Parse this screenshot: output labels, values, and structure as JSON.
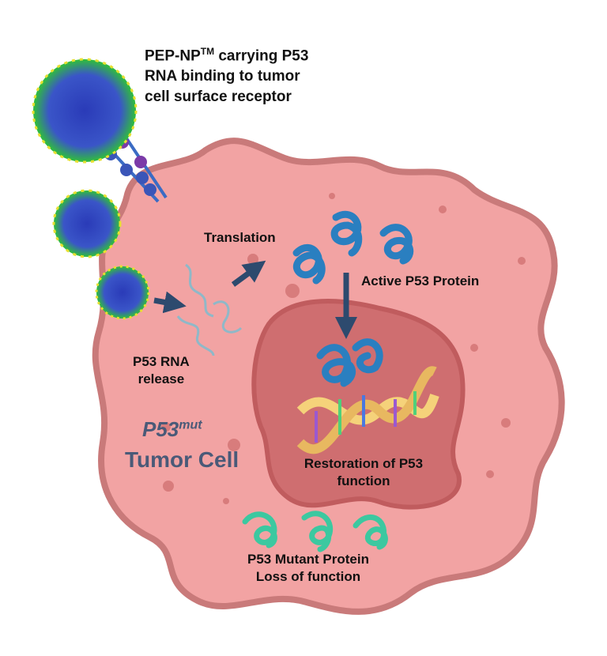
{
  "title": {
    "line1_prefix": "PEP-NP",
    "line1_sup": "TM",
    "line1_suffix": " carrying P53",
    "line2": "RNA binding to tumor",
    "line3": "cell surface receptor"
  },
  "labels": {
    "translation": "Translation",
    "active_protein": "Active P53 Protein",
    "rna_release_1": "P53 RNA",
    "rna_release_2": "release",
    "restoration_1": "Restoration of P53",
    "restoration_2": "function",
    "mutant_1": "P53 Mutant Protein",
    "mutant_2": "Loss of function"
  },
  "cell": {
    "gene": "P53",
    "gene_sup": "mut",
    "name": "Tumor Cell"
  },
  "colors": {
    "cell": "#f2a3a3",
    "cell_edge": "#c97a7a",
    "nucleus": "#cf6e70",
    "arrow": "#2d4a6e",
    "protein": "#2a7fc0",
    "mutant": "#3cc8a0"
  }
}
